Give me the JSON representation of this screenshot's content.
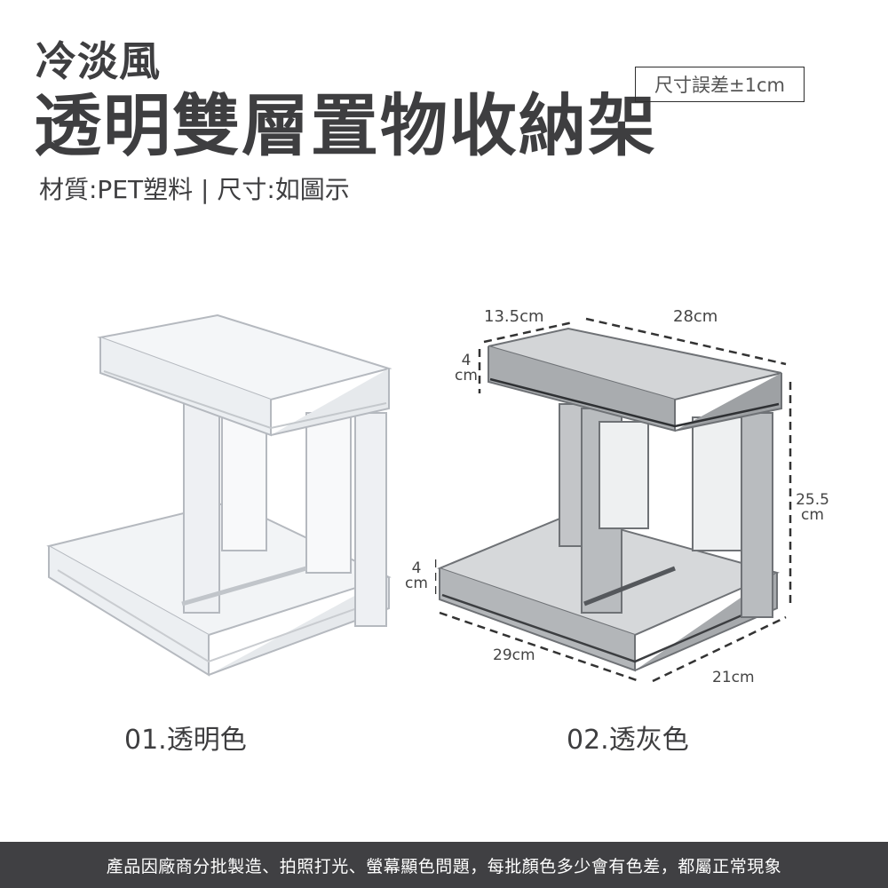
{
  "header": {
    "title_line1": "冷淡風",
    "title_line2": "透明雙層置物收納架",
    "subtitle": "材質:PET塑料 | 尺寸:如圖示",
    "tolerance_badge": "尺寸誤差±1cm"
  },
  "products": [
    {
      "label": "01.透明色",
      "color_name": "clear",
      "tint": "#e9ecef"
    },
    {
      "label": "02.透灰色",
      "color_name": "smoky-gray",
      "tint": "#8d8f93"
    }
  ],
  "dimensions": {
    "top_depth": "13.5cm",
    "top_width": "28cm",
    "top_height_num": "4",
    "top_height_unit": "cm",
    "bottom_height_num": "4",
    "bottom_height_unit": "cm",
    "total_height_num": "25.5",
    "total_height_unit": "cm",
    "bottom_width": "29cm",
    "bottom_depth": "21cm"
  },
  "footer": {
    "disclaimer": "產品因廠商分批製造、拍照打光、螢幕顯色問題，每批顏色多少會有色差，都屬正常現象"
  }
}
